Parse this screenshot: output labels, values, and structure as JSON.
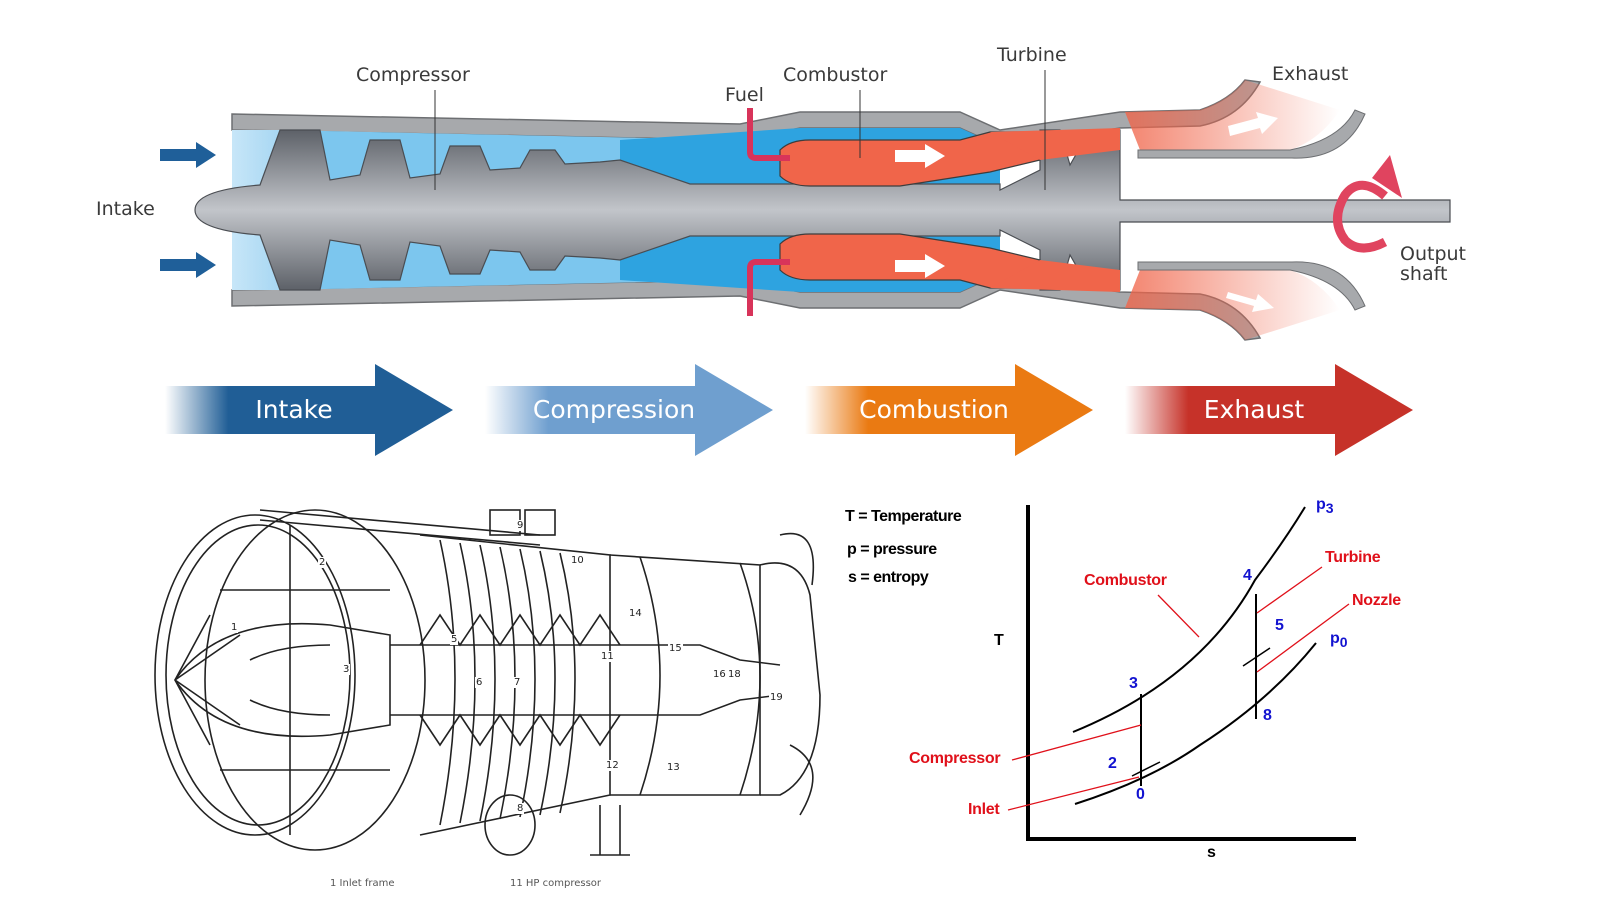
{
  "engine_schematic": {
    "labels": {
      "intake": "Intake",
      "compressor": "Compressor",
      "fuel": "Fuel",
      "combustor": "Combustor",
      "turbine": "Turbine",
      "exhaust": "Exhaust",
      "output_shaft_line1": "Output",
      "output_shaft_line2": "shaft"
    },
    "colors": {
      "air_light": "#a9d8f2",
      "air_blue": "#2ea3e0",
      "hot_gas": "#f0654a",
      "casing": "#a7a9ac",
      "fuel_line": "#d8345a",
      "arrow_blue": "#1f5f99",
      "rotation_arrow": "#e0445f"
    }
  },
  "process_stages": [
    {
      "label": "Intake",
      "color": "#205e96"
    },
    {
      "label": "Compression",
      "color": "#6f9fcf"
    },
    {
      "label": "Combustion",
      "color": "#ea7a12"
    },
    {
      "label": "Exhaust",
      "color": "#c63229"
    }
  ],
  "cutaway_drawing": {
    "part_numbers": [
      "1",
      "2",
      "3",
      "5",
      "6",
      "7",
      "8",
      "9",
      "10",
      "11",
      "12",
      "13",
      "14",
      "15",
      "16",
      "18",
      "19"
    ],
    "captions": [
      "1 Inlet frame",
      "11 HP compressor"
    ]
  },
  "ts_diagram": {
    "legend": {
      "t_def": "T = Temperature",
      "p_def": "p = pressure",
      "s_def": "s = entropy"
    },
    "axes": {
      "y": "T",
      "x": "s"
    },
    "isobars": [
      {
        "name": "p3",
        "base": "p",
        "sub": "3"
      },
      {
        "name": "p0",
        "base": "p",
        "sub": "0"
      }
    ],
    "state_points": [
      "0",
      "2",
      "3",
      "4",
      "5",
      "8"
    ],
    "components": {
      "combustor": "Combustor",
      "turbine": "Turbine",
      "nozzle": "Nozzle",
      "compressor": "Compressor",
      "inlet": "Inlet"
    },
    "colors": {
      "component_label": "#e0101a",
      "state_label": "#1212d0",
      "curve": "#000000"
    }
  }
}
